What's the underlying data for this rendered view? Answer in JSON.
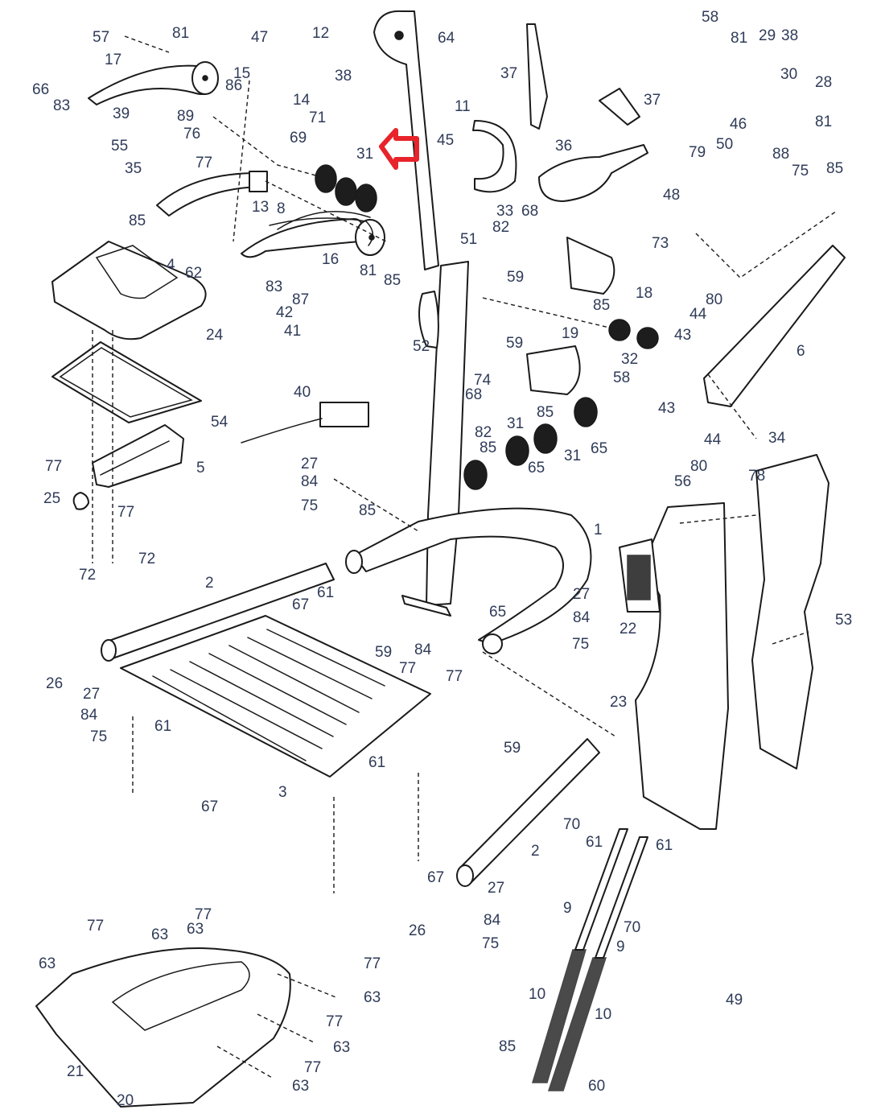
{
  "diagram": {
    "title": "Exploded parts diagram",
    "highlight": {
      "target_part": "31",
      "indicator": "red-arrow-left",
      "color": "#e8232a"
    },
    "label_color": "#2f3b58",
    "labels": [
      {
        "id": "57",
        "text": "57"
      },
      {
        "id": "81a",
        "text": "81"
      },
      {
        "id": "47",
        "text": "47"
      },
      {
        "id": "12",
        "text": "12"
      },
      {
        "id": "64",
        "text": "64"
      },
      {
        "id": "37a",
        "text": "37"
      },
      {
        "id": "58a",
        "text": "58"
      },
      {
        "id": "81b",
        "text": "81"
      },
      {
        "id": "29",
        "text": "29"
      },
      {
        "id": "38b",
        "text": "38"
      },
      {
        "id": "17",
        "text": "17"
      },
      {
        "id": "66",
        "text": "66"
      },
      {
        "id": "83a",
        "text": "83"
      },
      {
        "id": "15",
        "text": "15"
      },
      {
        "id": "86",
        "text": "86"
      },
      {
        "id": "38a",
        "text": "38"
      },
      {
        "id": "39",
        "text": "39"
      },
      {
        "id": "89",
        "text": "89"
      },
      {
        "id": "14",
        "text": "14"
      },
      {
        "id": "71",
        "text": "71"
      },
      {
        "id": "11",
        "text": "11"
      },
      {
        "id": "37b",
        "text": "37"
      },
      {
        "id": "30",
        "text": "30"
      },
      {
        "id": "28",
        "text": "28"
      },
      {
        "id": "55",
        "text": "55"
      },
      {
        "id": "76",
        "text": "76"
      },
      {
        "id": "69",
        "text": "69"
      },
      {
        "id": "45",
        "text": "45"
      },
      {
        "id": "36",
        "text": "36"
      },
      {
        "id": "46",
        "text": "46"
      },
      {
        "id": "81c",
        "text": "81"
      },
      {
        "id": "50",
        "text": "50"
      },
      {
        "id": "88",
        "text": "88"
      },
      {
        "id": "79",
        "text": "79"
      },
      {
        "id": "75a",
        "text": "75"
      },
      {
        "id": "85a",
        "text": "85"
      },
      {
        "id": "35",
        "text": "35"
      },
      {
        "id": "77a",
        "text": "77"
      },
      {
        "id": "31a",
        "text": "31"
      },
      {
        "id": "48",
        "text": "48"
      },
      {
        "id": "13",
        "text": "13"
      },
      {
        "id": "8",
        "text": "8"
      },
      {
        "id": "85b",
        "text": "85"
      },
      {
        "id": "33",
        "text": "33"
      },
      {
        "id": "68a",
        "text": "68"
      },
      {
        "id": "82a",
        "text": "82"
      },
      {
        "id": "51",
        "text": "51"
      },
      {
        "id": "73",
        "text": "73"
      },
      {
        "id": "4",
        "text": "4"
      },
      {
        "id": "62",
        "text": "62"
      },
      {
        "id": "16",
        "text": "16"
      },
      {
        "id": "81d",
        "text": "81"
      },
      {
        "id": "85c",
        "text": "85"
      },
      {
        "id": "59a",
        "text": "59"
      },
      {
        "id": "83b",
        "text": "83"
      },
      {
        "id": "87",
        "text": "87"
      },
      {
        "id": "18",
        "text": "18"
      },
      {
        "id": "85d",
        "text": "85"
      },
      {
        "id": "80a",
        "text": "80"
      },
      {
        "id": "44a",
        "text": "44"
      },
      {
        "id": "24",
        "text": "24"
      },
      {
        "id": "42",
        "text": "42"
      },
      {
        "id": "41",
        "text": "41"
      },
      {
        "id": "52",
        "text": "52"
      },
      {
        "id": "59b",
        "text": "59"
      },
      {
        "id": "19",
        "text": "19"
      },
      {
        "id": "32",
        "text": "32"
      },
      {
        "id": "43a",
        "text": "43"
      },
      {
        "id": "6",
        "text": "6"
      },
      {
        "id": "74",
        "text": "74"
      },
      {
        "id": "58b",
        "text": "58"
      },
      {
        "id": "40",
        "text": "40"
      },
      {
        "id": "68b",
        "text": "68"
      },
      {
        "id": "85e",
        "text": "85"
      },
      {
        "id": "43b",
        "text": "43"
      },
      {
        "id": "54",
        "text": "54"
      },
      {
        "id": "82b",
        "text": "82"
      },
      {
        "id": "31b",
        "text": "31"
      },
      {
        "id": "85f",
        "text": "85"
      },
      {
        "id": "31c",
        "text": "31"
      },
      {
        "id": "65a",
        "text": "65"
      },
      {
        "id": "44b",
        "text": "44"
      },
      {
        "id": "34",
        "text": "34"
      },
      {
        "id": "77b",
        "text": "77"
      },
      {
        "id": "5",
        "text": "5"
      },
      {
        "id": "27a",
        "text": "27"
      },
      {
        "id": "65b",
        "text": "65"
      },
      {
        "id": "80b",
        "text": "80"
      },
      {
        "id": "56",
        "text": "56"
      },
      {
        "id": "78",
        "text": "78"
      },
      {
        "id": "84a",
        "text": "84"
      },
      {
        "id": "25",
        "text": "25"
      },
      {
        "id": "77c",
        "text": "77"
      },
      {
        "id": "75b",
        "text": "75"
      },
      {
        "id": "85g",
        "text": "85"
      },
      {
        "id": "1",
        "text": "1"
      },
      {
        "id": "72a",
        "text": "72"
      },
      {
        "id": "72b",
        "text": "72"
      },
      {
        "id": "2a",
        "text": "2"
      },
      {
        "id": "61a",
        "text": "61"
      },
      {
        "id": "67a",
        "text": "67"
      },
      {
        "id": "27b",
        "text": "27"
      },
      {
        "id": "84b",
        "text": "84"
      },
      {
        "id": "65c",
        "text": "65"
      },
      {
        "id": "22",
        "text": "22"
      },
      {
        "id": "75c",
        "text": "75"
      },
      {
        "id": "53",
        "text": "53"
      },
      {
        "id": "59c",
        "text": "59"
      },
      {
        "id": "84c",
        "text": "84"
      },
      {
        "id": "77d",
        "text": "77"
      },
      {
        "id": "77e",
        "text": "77"
      },
      {
        "id": "26a",
        "text": "26"
      },
      {
        "id": "27c",
        "text": "27"
      },
      {
        "id": "84d",
        "text": "84"
      },
      {
        "id": "75d",
        "text": "75"
      },
      {
        "id": "23",
        "text": "23"
      },
      {
        "id": "61b",
        "text": "61"
      },
      {
        "id": "67b",
        "text": "67"
      },
      {
        "id": "3",
        "text": "3"
      },
      {
        "id": "59d",
        "text": "59"
      },
      {
        "id": "61c",
        "text": "61"
      },
      {
        "id": "70a",
        "text": "70"
      },
      {
        "id": "61d",
        "text": "61"
      },
      {
        "id": "61e",
        "text": "61"
      },
      {
        "id": "2b",
        "text": "2"
      },
      {
        "id": "67c",
        "text": "67"
      },
      {
        "id": "27d",
        "text": "27"
      },
      {
        "id": "77f",
        "text": "77"
      },
      {
        "id": "63a",
        "text": "63"
      },
      {
        "id": "77g",
        "text": "77"
      },
      {
        "id": "63b",
        "text": "63"
      },
      {
        "id": "26b",
        "text": "26"
      },
      {
        "id": "84e",
        "text": "84"
      },
      {
        "id": "75e",
        "text": "75"
      },
      {
        "id": "9a",
        "text": "9"
      },
      {
        "id": "70b",
        "text": "70"
      },
      {
        "id": "9b",
        "text": "9"
      },
      {
        "id": "63c",
        "text": "63"
      },
      {
        "id": "77h",
        "text": "77"
      },
      {
        "id": "63d",
        "text": "63"
      },
      {
        "id": "49",
        "text": "49"
      },
      {
        "id": "10a",
        "text": "10"
      },
      {
        "id": "10b",
        "text": "10"
      },
      {
        "id": "77i",
        "text": "77"
      },
      {
        "id": "63e",
        "text": "63"
      },
      {
        "id": "21",
        "text": "21"
      },
      {
        "id": "77j",
        "text": "77"
      },
      {
        "id": "85h",
        "text": "85"
      },
      {
        "id": "20",
        "text": "20"
      },
      {
        "id": "63f",
        "text": "63"
      },
      {
        "id": "60",
        "text": "60"
      }
    ]
  }
}
